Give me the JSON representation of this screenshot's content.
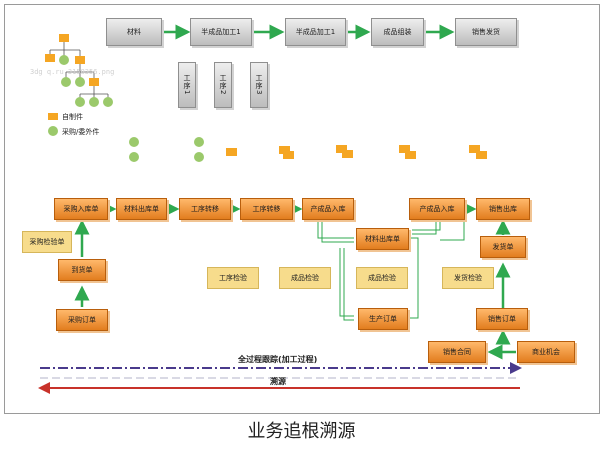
{
  "watermark": "3dg  q.ru  3158356.png",
  "legend": {
    "self_made": "自制件",
    "purchased": "采购/委外件"
  },
  "top_flow": [
    "材料",
    "半成品加工1",
    "半成品加工1",
    "成品组装",
    "销售发货"
  ],
  "processes": [
    "工序1",
    "工序2",
    "工序3"
  ],
  "nodes": {
    "purchase_in": "采购入库单",
    "material_out_1": "材料出库单",
    "process_transfer_1": "工序转移",
    "process_transfer_2": "工序转移",
    "product_in_1": "产成品入库",
    "material_out_2": "材料出库单",
    "product_in_2": "产成品入库",
    "sales_out": "销售出库",
    "purchase_inspection": "采购检验单",
    "arrival": "到货单",
    "purchase_order": "采购订单",
    "process_inspection": "工序检验",
    "semi_inspection": "成品检验",
    "product_inspection": "成品检验",
    "production_order": "生产订单",
    "shipment_inspection": "发货检验",
    "delivery": "发货单",
    "sales_order": "销售订单",
    "sales_contract": "销售合同",
    "business_opportunity": "商业机会"
  },
  "bands": {
    "tracking": "全过程跟踪(加工过程)",
    "tracing": "溯源"
  },
  "caption": "业务追根溯源",
  "colors": {
    "green_arrow": "#2fa84f",
    "orange_box": "#f0922f",
    "grey_box": "#d0d0d0",
    "tracking_band": "#4a3a8c",
    "tracing_band": "#c8322a"
  }
}
